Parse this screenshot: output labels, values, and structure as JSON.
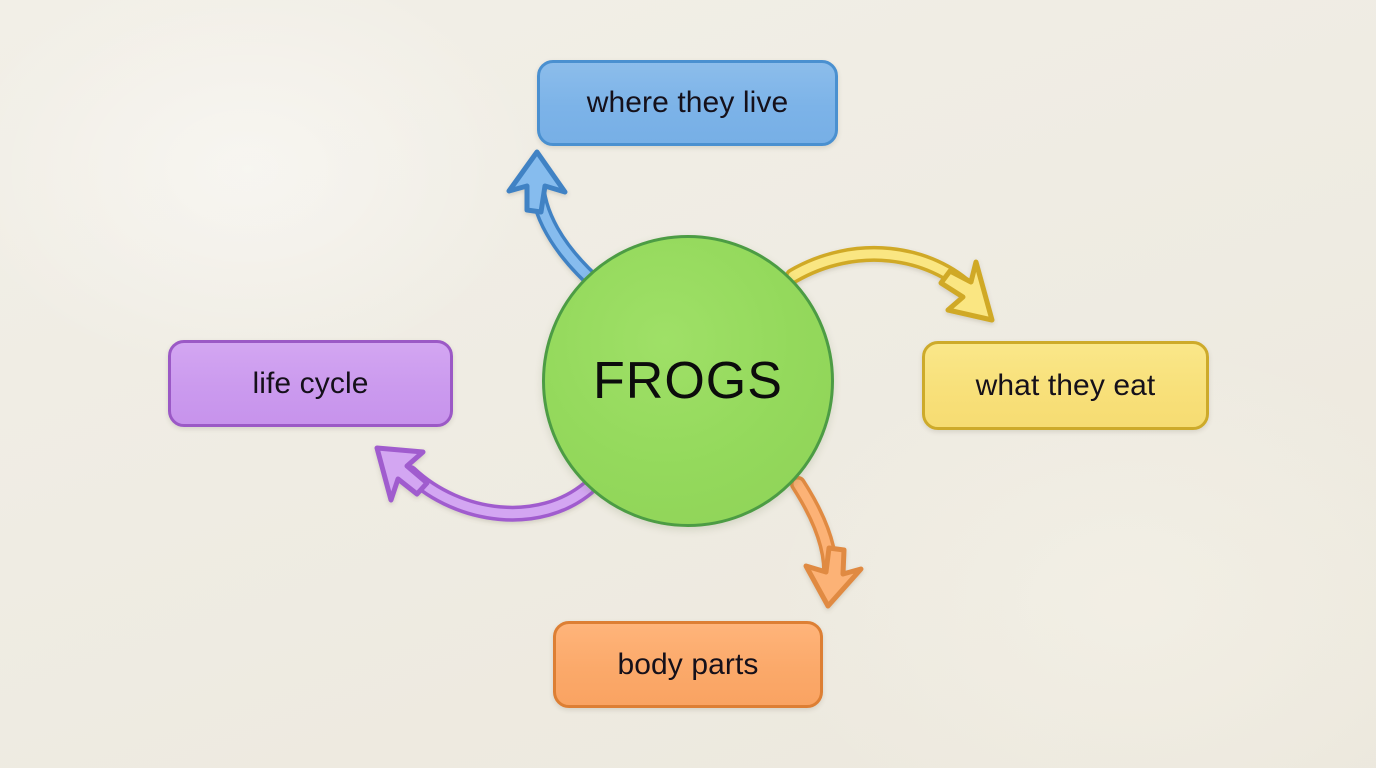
{
  "diagram": {
    "type": "mind-map",
    "background_color": "#efece3",
    "center": {
      "label": "FROGS",
      "shape": "circle",
      "fill": "#94d95c",
      "border": "#4c9c44",
      "text_color": "#0c0c0c"
    },
    "branches": [
      {
        "id": "where-they-live",
        "label": "where they live",
        "position": "top",
        "fill": "#7cb3e8",
        "border": "#4a90d0",
        "arrow_color": "#4a90d0",
        "arrow_fill": "#7cb3e8",
        "direction": "center-to-node"
      },
      {
        "id": "what-they-eat",
        "label": "what they eat",
        "position": "right",
        "fill": "#f8e07a",
        "border": "#cdaa2a",
        "arrow_color": "#d4af2c",
        "arrow_fill": "#f8e07a",
        "direction": "center-to-node"
      },
      {
        "id": "body-parts",
        "label": "body parts",
        "position": "bottom",
        "fill": "#fba96a",
        "border": "#dd7f34",
        "arrow_color": "#e08a42",
        "arrow_fill": "#fba96a",
        "direction": "center-to-node"
      },
      {
        "id": "life-cycle",
        "label": "life cycle",
        "position": "left",
        "fill": "#cb9aee",
        "border": "#9b59c6",
        "arrow_color": "#a45fd0",
        "arrow_fill": "#cb9aee",
        "direction": "center-to-node"
      }
    ]
  }
}
